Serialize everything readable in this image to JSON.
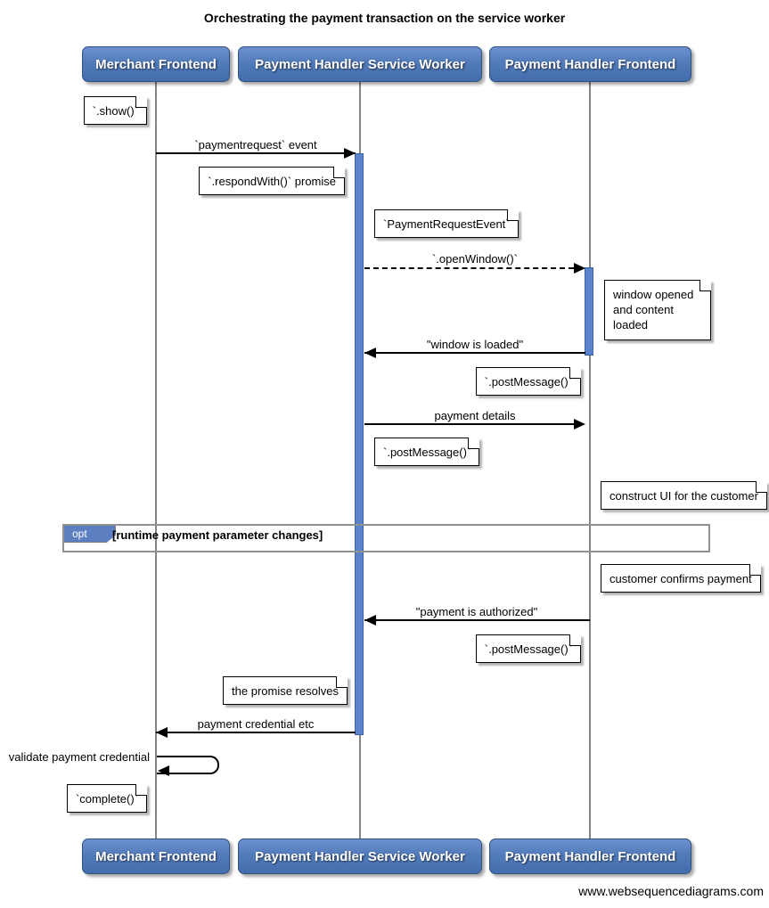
{
  "title": "Orchestrating the payment transaction on the service worker",
  "footer": "www.websequencediagrams.com",
  "actors": {
    "merchant": "Merchant Frontend",
    "service_worker": "Payment Handler Service Worker",
    "ph_frontend": "Payment Handler Frontend"
  },
  "messages": {
    "paymentrequest_event": "`paymentrequest` event",
    "open_window": "`.openWindow()`",
    "window_is_loaded": "\"window is loaded\"",
    "payment_details": "payment details",
    "payment_is_authorized": "\"payment is authorized\"",
    "payment_credential_etc": "payment credential etc",
    "validate_payment_credential": "validate payment credential"
  },
  "notes": {
    "show": "`.show()`",
    "respond_with_promise": "`.respondWith()` promise",
    "payment_request_event": "`PaymentRequestEvent`",
    "window_opened": "window opened and content loaded",
    "post_message": "`.postMessage()`",
    "construct_ui": "construct UI for the customer",
    "customer_confirms": "customer confirms payment",
    "promise_resolves": "the promise resolves",
    "complete": "`complete()`"
  },
  "fragment": {
    "operator": "opt",
    "guard": "[runtime payment parameter changes]"
  },
  "colors": {
    "actor_fill": "#527bba",
    "actor_border": "#30517f",
    "activation_fill": "#5b83c9",
    "activation_border": "#3b61a2",
    "lifeline": "#848484",
    "fragment_border": "#919191",
    "note_fill": "#ffffff"
  }
}
